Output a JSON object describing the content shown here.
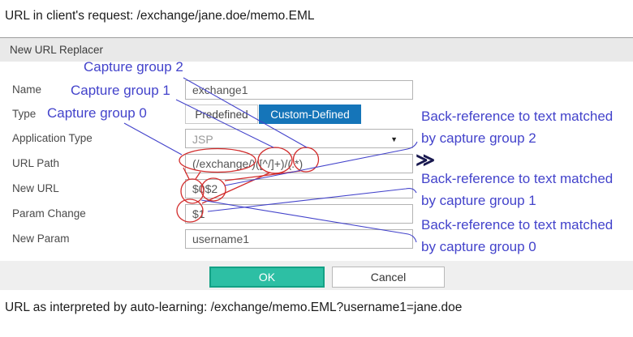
{
  "page": {
    "top_text": "URL in client's request: /exchange/jane.doe/memo.EML",
    "bottom_text": "URL as interpreted by auto-learning: /exchange/memo.EML?username1=jane.doe"
  },
  "dialog": {
    "title": "New URL Replacer",
    "fields": {
      "name": {
        "label": "Name",
        "value": "exchange1"
      },
      "type": {
        "label": "Type",
        "options": [
          "Predefined",
          "Custom-Defined"
        ],
        "selected": "Custom-Defined"
      },
      "application_type": {
        "label": "Application Type",
        "value": "JSP"
      },
      "url_path": {
        "label": "URL Path",
        "value": "(/exchange/)([^/]+)/(.*)"
      },
      "new_url": {
        "label": "New URL",
        "value": "$0$2"
      },
      "param_change": {
        "label": "Param Change",
        "value": "$1"
      },
      "new_param": {
        "label": "New Param",
        "value": "username1"
      }
    },
    "buttons": {
      "ok": "OK",
      "cancel": "Cancel"
    },
    "expand_icon": "≫",
    "dropdown_icon": "▼"
  },
  "annotations": {
    "capture_group_labels": {
      "group2": "Capture group 2",
      "group1": "Capture group 1",
      "group0": "Capture group 0"
    },
    "back_references": {
      "group2": {
        "line1": "Back-reference to text matched",
        "line2": "by capture group 2"
      },
      "group1": {
        "line1": "Back-reference to text matched",
        "line2": "by capture group 1"
      },
      "group0": {
        "line1": "Back-reference to text matched",
        "line2": "by capture group 0"
      }
    },
    "colors": {
      "line_blue": "#4343cb",
      "circle_red": "#d22c2c"
    }
  },
  "colors": {
    "selected_type_blue": "#1575b9",
    "ok_green": "#2dbfa4",
    "header_gray": "#e9e9e9",
    "expand_icon_navy": "#18184f"
  }
}
